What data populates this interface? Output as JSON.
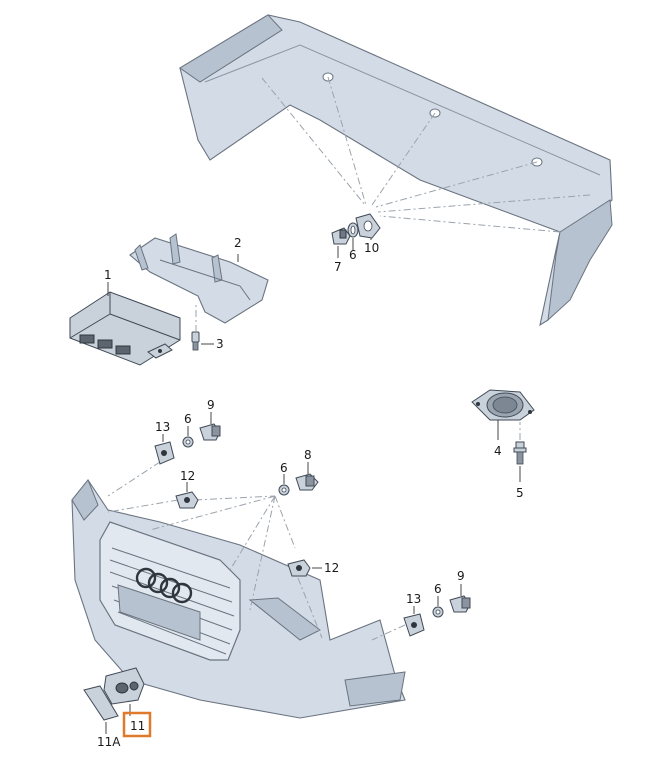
{
  "callouts": {
    "c1": "1",
    "c2": "2",
    "c3": "3",
    "c4": "4",
    "c5": "5",
    "c6_rear": "6",
    "c7": "7",
    "c10": "10",
    "c13_left": "13",
    "c6_front_left": "6",
    "c9_left": "9",
    "c12_upper": "12",
    "c6_front_mid": "6",
    "c8": "8",
    "c12_lower": "12",
    "c13_right": "13",
    "c6_front_right": "6",
    "c9_right": "9",
    "c11": "11",
    "c11a": "11A"
  },
  "highlight_color": "#e07a2a"
}
